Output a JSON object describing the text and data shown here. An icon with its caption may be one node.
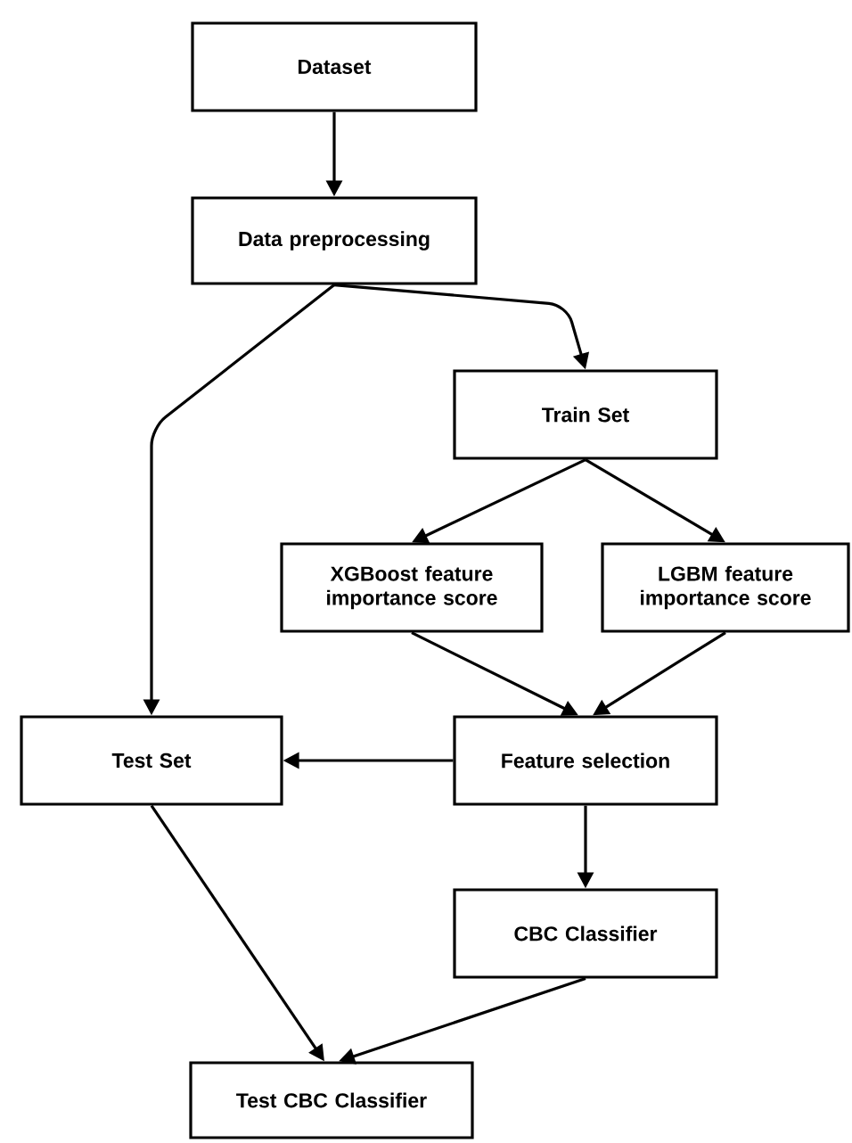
{
  "diagram": {
    "nodes": [
      {
        "text": [
          "Dataset"
        ]
      },
      {
        "text": [
          "Data preprocessing"
        ]
      },
      {
        "text": [
          "Train Set"
        ]
      },
      {
        "text": [
          "XGBoost feature importance score"
        ]
      },
      {
        "text": [
          "LGBM feature importance score"
        ]
      },
      {
        "text": [
          "Test Set"
        ]
      },
      {
        "text": [
          "Feature selection"
        ]
      },
      {
        "text": [
          "CBC Classifier"
        ]
      },
      {
        "text": [
          "Test CBC Classifier"
        ]
      }
    ],
    "edges": [
      {
        "from": 0,
        "to": 1,
        "arrow": "to"
      },
      {
        "from": 1,
        "to": 2,
        "arrow": "to"
      },
      {
        "from": 1,
        "to": 5,
        "arrow": "to"
      },
      {
        "from": 2,
        "to": 3,
        "arrow": "to"
      },
      {
        "from": 2,
        "to": 4,
        "arrow": "to"
      },
      {
        "from": 3,
        "to": 6,
        "arrow": "to"
      },
      {
        "from": 4,
        "to": 6,
        "arrow": "to"
      },
      {
        "from": 6,
        "to": 5,
        "arrow": "to"
      },
      {
        "from": 6,
        "to": 7,
        "arrow": "to"
      },
      {
        "from": 5,
        "to": 8,
        "arrow": "to"
      },
      {
        "from": 7,
        "to": 8,
        "arrow": "to"
      }
    ]
  }
}
